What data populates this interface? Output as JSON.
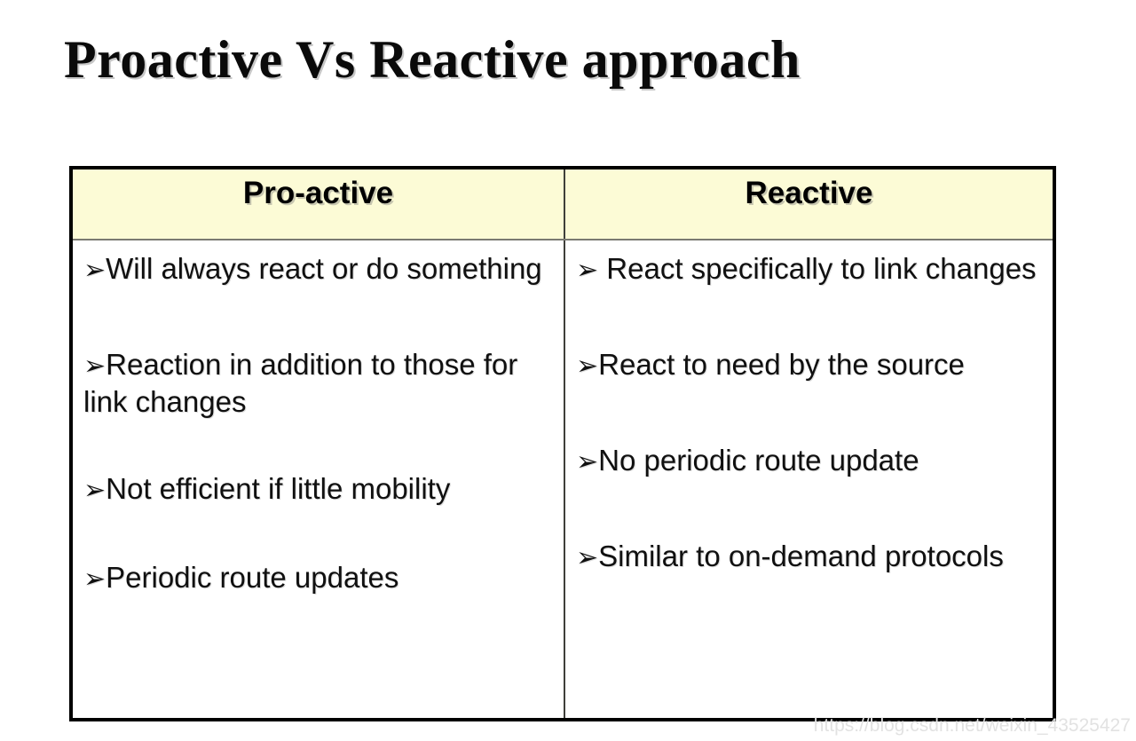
{
  "slide": {
    "title": "Proactive Vs Reactive approach",
    "background_color": "#ffffff"
  },
  "colors": {
    "header_fill": "#fcfbd6",
    "table_border": "#000000",
    "divider_rule": "#a8a8ae",
    "text": "#000000",
    "watermark": "#e2e2e2"
  },
  "table": {
    "columns": [
      {
        "header": "Pro-active"
      },
      {
        "header": "Reactive"
      }
    ],
    "left_column": {
      "header": "Pro-active",
      "bullets": [
        {
          "marker": "➢",
          "text": "Will always react or do something"
        },
        {
          "marker": "➢",
          "text": "Reaction in addition to those for link changes"
        },
        {
          "marker": "➢",
          "text": "Not efficient if little mobility"
        },
        {
          "marker": "➢",
          "text": "Periodic route updates"
        }
      ]
    },
    "right_column": {
      "header": "Reactive",
      "bullets": [
        {
          "marker": "➢",
          "text": " React specifically to link changes"
        },
        {
          "marker": "➢",
          "text": "React to need by the source"
        },
        {
          "marker": "➢",
          "text": "No periodic route update"
        },
        {
          "marker": "➢",
          "text": "Similar to on-demand protocols"
        }
      ]
    }
  },
  "watermark": {
    "text": "https://blog.csdn.net/weixin_43525427"
  }
}
